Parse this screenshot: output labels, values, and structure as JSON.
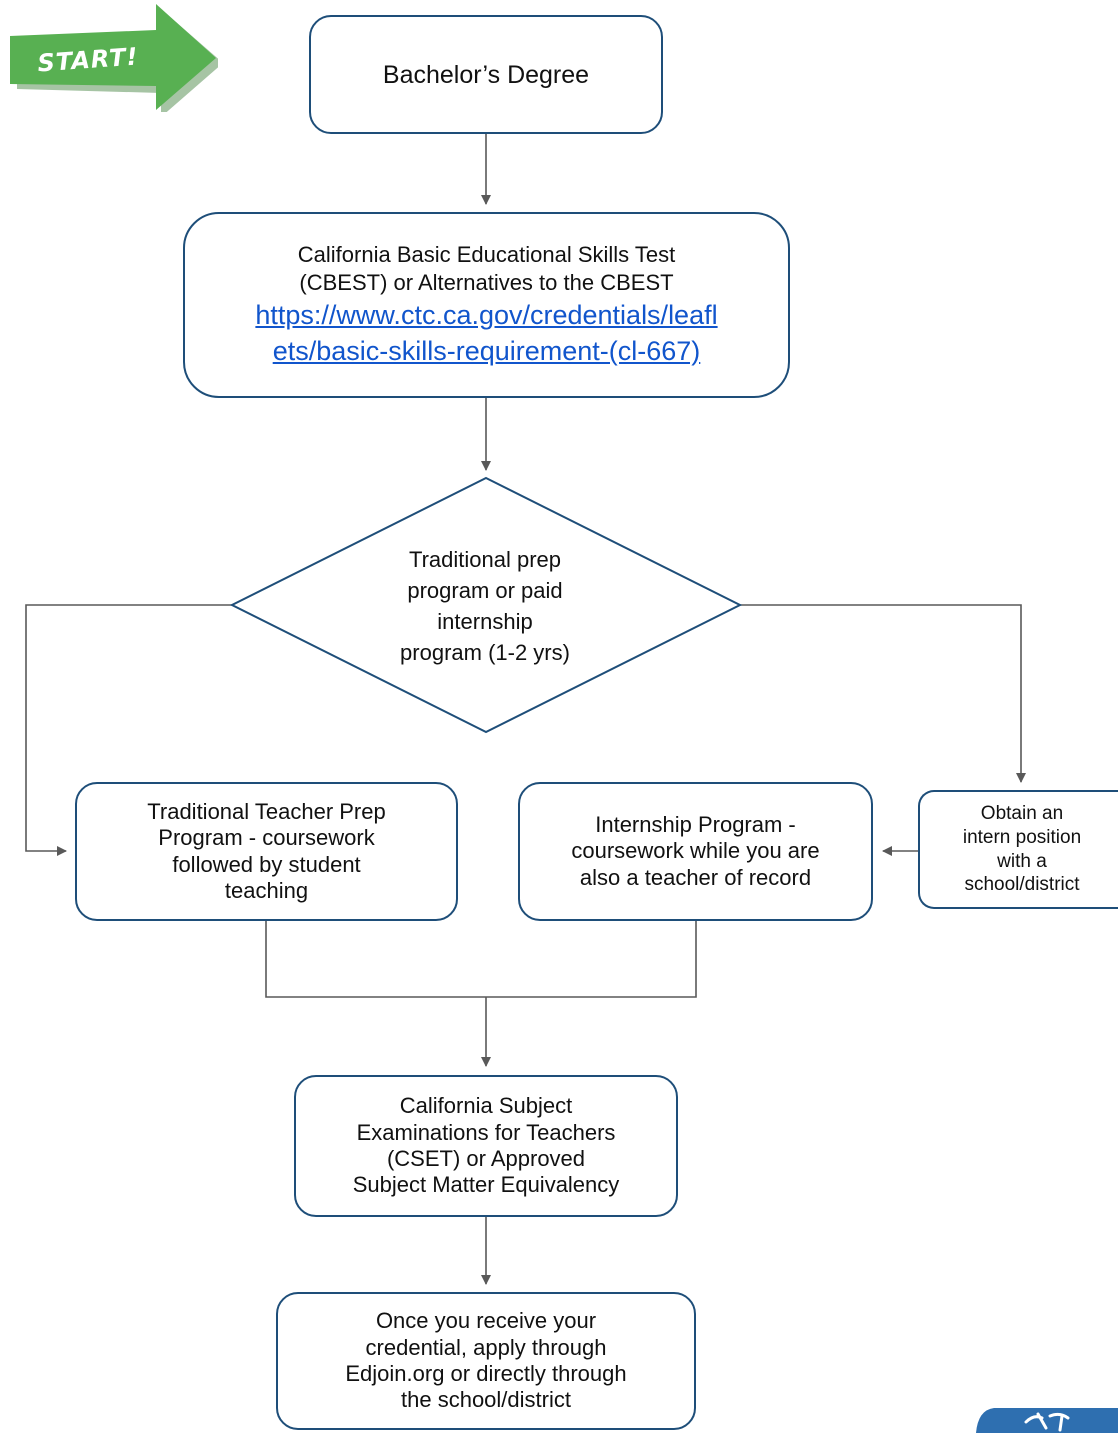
{
  "start_badge": {
    "label": "START!"
  },
  "nodes": {
    "bachelors": {
      "text": "Bachelor’s Degree"
    },
    "cbest": {
      "line1": "California Basic Educational Skills Test",
      "line2": "(CBEST) or Alternatives to the CBEST",
      "link_line1": "https://www.ctc.ca.gov/credentials/leafl",
      "link_line2": "ets/basic-skills-requirement-(cl-667)"
    },
    "decision": {
      "line1": "Traditional prep",
      "line2": "program or paid",
      "line3": "internship",
      "line4": "program (1-2 yrs)"
    },
    "traditional": {
      "line1": "Traditional Teacher Prep",
      "line2": "Program - coursework",
      "line3": "followed by student",
      "line4": "teaching"
    },
    "internship": {
      "line1": "Internship Program -",
      "line2": "coursework while you are",
      "line3": "also a teacher of record"
    },
    "intern_position": {
      "line1": "Obtain an",
      "line2": "intern position",
      "line3": "with a",
      "line4": "school/district"
    },
    "cset": {
      "line1": "California Subject",
      "line2": "Examinations for Teachers",
      "line3": "(CSET) or Approved",
      "line4": "Subject Matter Equivalency"
    },
    "apply": {
      "line1": "Once you receive your",
      "line2": "credential, apply through",
      "line3": "Edjoin.org or directly through",
      "line4": "the school/district"
    }
  },
  "colors": {
    "node_border": "#1e4e79",
    "connector": "#595959",
    "start_badge": "#58b052",
    "link": "#1155cc",
    "corner_badge": "#2e6fb0"
  }
}
